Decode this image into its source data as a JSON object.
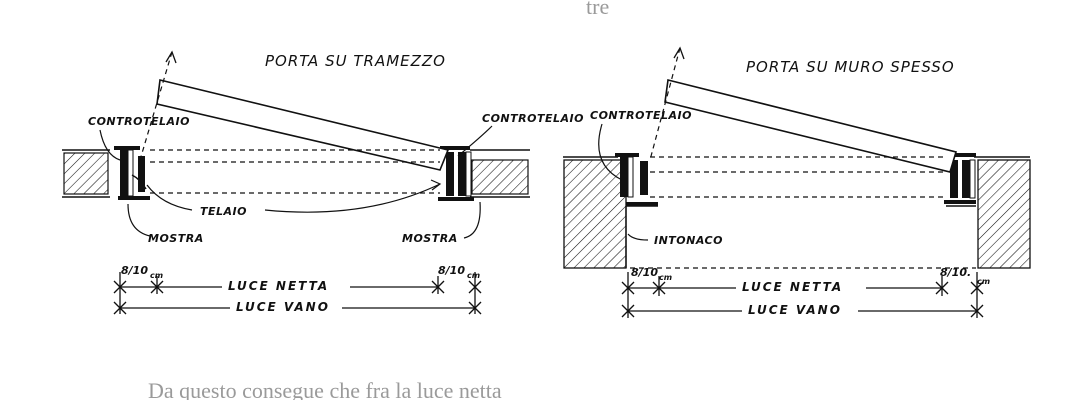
{
  "left_diagram": {
    "title": "PORTA SU TRAMEZZO",
    "label_controtelaio_left": "CONTROTELAIO",
    "label_controtelaio_right": "CONTROTELAIO",
    "label_telaio": "TELAIO",
    "label_mostra_left": "MOSTRA",
    "label_mostra_right": "MOSTRA",
    "dim_offset_left": "8/10",
    "dim_offset_left_unit": "cm",
    "dim_offset_right": "8/10",
    "dim_offset_right_unit": "cm",
    "dim_luce_netta": "LUCE NETTA",
    "dim_luce_vano": "LUCE VANO"
  },
  "right_diagram": {
    "title": "PORTA SU MURO SPESSO",
    "label_controtelaio": "CONTROTELAIO",
    "label_intonaco": "INTONACO",
    "dim_offset_left": "8/10",
    "dim_offset_left_unit": "cm",
    "dim_offset_right": "8/10.",
    "dim_offset_right_unit": "cm",
    "dim_luce_netta": "LUCE NETTA",
    "dim_luce_vano": "LUCE VANO"
  },
  "background_text": {
    "top_fragment": "tre",
    "bottom_line": "Da questo consegue che fra la luce netta"
  }
}
